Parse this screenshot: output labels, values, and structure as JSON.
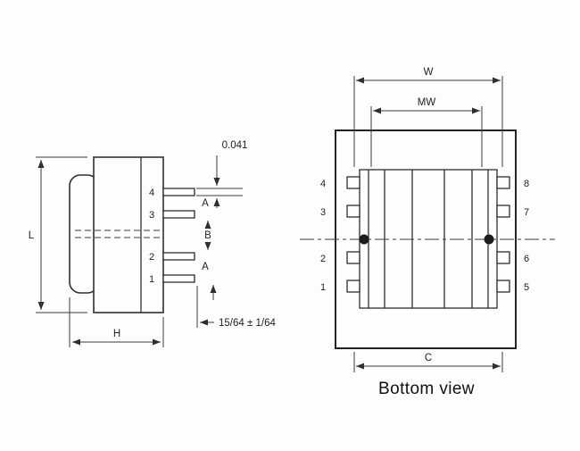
{
  "drawing": {
    "side_view": {
      "pin_labels": [
        "4",
        "3",
        "2",
        "1"
      ],
      "dims": {
        "length": "L",
        "height": "H",
        "pin_thickness": "0.041",
        "pitch_a_top": "A",
        "pitch_b": "B",
        "pitch_a_bottom": "A",
        "pin_length": "15/64 ± 1/64"
      }
    },
    "bottom_view": {
      "left_pin_labels": [
        "4",
        "3",
        "2",
        "1"
      ],
      "right_pin_labels": [
        "8",
        "7",
        "6",
        "5"
      ],
      "dims": {
        "width": "W",
        "mounting_width": "MW",
        "length_c": "C"
      },
      "caption": "Bottom view"
    },
    "colors": {
      "line": "#2f2f2f",
      "background": "#fdfdfd",
      "dot": "#1c1c1c"
    }
  }
}
